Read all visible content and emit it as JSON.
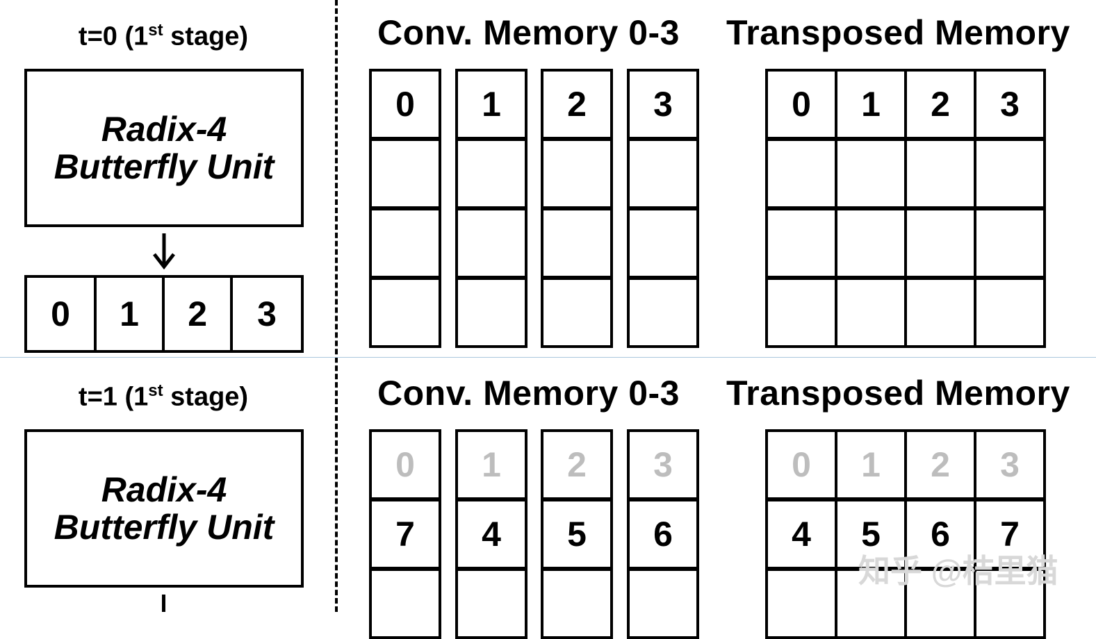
{
  "panels": [
    {
      "stage_label": {
        "prefix": "t=0 (1",
        "sup": "st",
        "suffix": " stage)"
      },
      "unit": {
        "line1": "Radix-4",
        "line2": "Butterfly Unit"
      },
      "output_row": [
        "0",
        "1",
        "2",
        "3"
      ],
      "conv_title": "Conv. Memory 0-3",
      "transposed_title": "Transposed Memory",
      "conv_columns": [
        [
          "0",
          "",
          "",
          ""
        ],
        [
          "1",
          "",
          "",
          ""
        ],
        [
          "2",
          "",
          "",
          ""
        ],
        [
          "3",
          "",
          "",
          ""
        ]
      ],
      "transposed_rows": [
        [
          "0",
          "1",
          "2",
          "3"
        ],
        [
          "",
          "",
          "",
          ""
        ],
        [
          "",
          "",
          "",
          ""
        ],
        [
          "",
          "",
          "",
          ""
        ]
      ],
      "grey_rows": []
    },
    {
      "stage_label": {
        "prefix": "t=1 (1",
        "sup": "st",
        "suffix": " stage)"
      },
      "unit": {
        "line1": "Radix-4",
        "line2": "Butterfly Unit"
      },
      "conv_title": "Conv. Memory 0-3",
      "transposed_title": "Transposed Memory",
      "conv_columns": [
        [
          "0",
          "7",
          ""
        ],
        [
          "1",
          "4",
          ""
        ],
        [
          "2",
          "5",
          ""
        ],
        [
          "3",
          "6",
          ""
        ]
      ],
      "transposed_rows": [
        [
          "0",
          "1",
          "2",
          "3"
        ],
        [
          "4",
          "5",
          "6",
          "7"
        ],
        [
          "",
          "",
          "",
          ""
        ]
      ],
      "grey_rows": [
        0
      ]
    }
  ],
  "watermark": "知乎 @桔里猫",
  "colors": {
    "line": "#000000",
    "grey_text": "#bdbdbd",
    "separator": "#a9c7dc",
    "watermark": "#d8d8d8"
  }
}
